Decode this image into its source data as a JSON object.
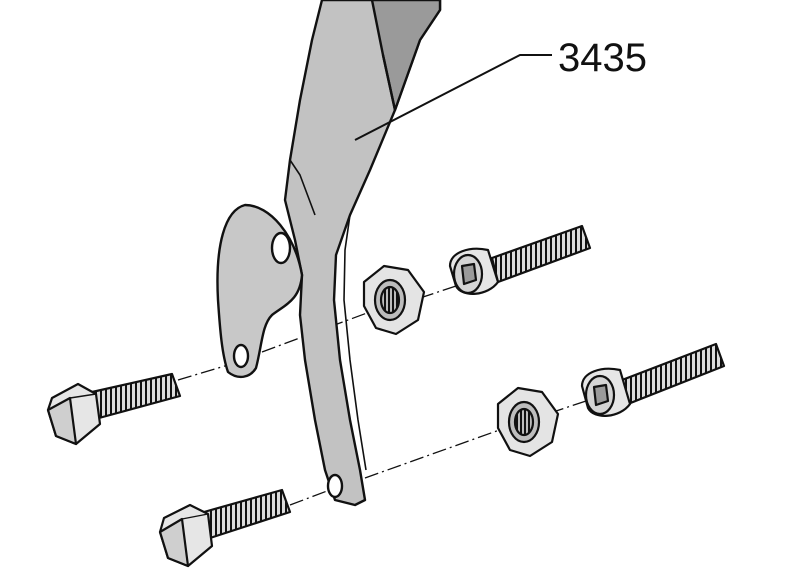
{
  "diagram": {
    "part_number": "3435",
    "parts": [
      "tool-arm",
      "upper-bolt",
      "lower-bolt",
      "upper-nut",
      "lower-nut",
      "upper-socket-screw",
      "lower-socket-screw"
    ]
  },
  "colors": {
    "line": "#111111",
    "tool_fill": "#c2c2c2",
    "tool_shade": "#9a9a9a",
    "metal": "#e6e6e6",
    "background": "#ffffff"
  }
}
